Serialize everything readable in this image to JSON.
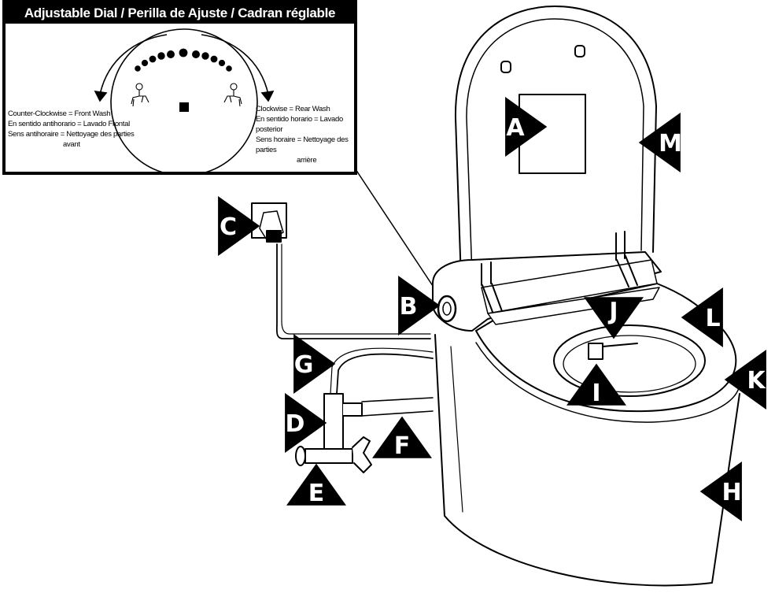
{
  "inset": {
    "title": "Adjustable Dial  /  Perilla de Ajuste  /  Cadran réglable",
    "left_note": [
      "Counter-Clockwise = Front Wash",
      "En sentido antihorario = Lavado Frontal",
      "Sens antihoraire = Nettoyage des parties",
      "avant"
    ],
    "right_note": [
      "Clockwise = Rear Wash",
      "En sentido horario = Lavado posterior",
      "Sens horaire = Nettoyage des parties",
      "arrière"
    ]
  },
  "callouts": [
    {
      "letter": "A",
      "direction": "right"
    },
    {
      "letter": "B",
      "direction": "right"
    },
    {
      "letter": "C",
      "direction": "right"
    },
    {
      "letter": "D",
      "direction": "right"
    },
    {
      "letter": "E",
      "direction": "up"
    },
    {
      "letter": "F",
      "direction": "up"
    },
    {
      "letter": "G",
      "direction": "right"
    },
    {
      "letter": "H",
      "direction": "left"
    },
    {
      "letter": "I",
      "direction": "up"
    },
    {
      "letter": "J",
      "direction": "down"
    },
    {
      "letter": "K",
      "direction": "left"
    },
    {
      "letter": "L",
      "direction": "left"
    },
    {
      "letter": "M",
      "direction": "left"
    }
  ],
  "colors": {
    "ink": "#000000",
    "paper": "#ffffff"
  }
}
